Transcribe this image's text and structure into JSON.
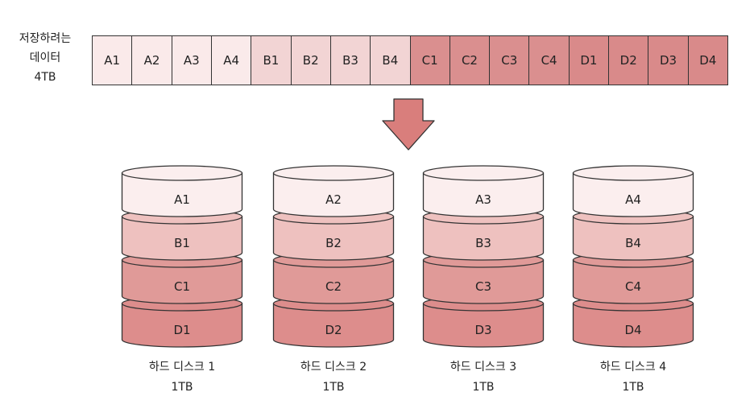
{
  "source": {
    "label_lines": [
      "저장하려는",
      "데이터",
      "4TB"
    ]
  },
  "strip": {
    "cells": [
      "A1",
      "A2",
      "A3",
      "A4",
      "B1",
      "B2",
      "B3",
      "B4",
      "C1",
      "C2",
      "C3",
      "C4",
      "D1",
      "D2",
      "D3",
      "D4"
    ]
  },
  "colors": {
    "a": "#faeaea",
    "b": "#f2d4d4",
    "c": "#da8f8f",
    "d": "#d98a8a",
    "layer_a": "#fbeeee",
    "layer_b": "#eec1bf",
    "layer_c": "#e09a98",
    "layer_d": "#dd8d8c",
    "arrow": "#d97e7c",
    "stroke": "#333333"
  },
  "disks": [
    {
      "name": "하드 디스크 1",
      "size": "1TB",
      "layers": [
        "A1",
        "B1",
        "C1",
        "D1"
      ]
    },
    {
      "name": "하드 디스크 2",
      "size": "1TB",
      "layers": [
        "A2",
        "B2",
        "C2",
        "D2"
      ]
    },
    {
      "name": "하드 디스크 3",
      "size": "1TB",
      "layers": [
        "A3",
        "B3",
        "C3",
        "D3"
      ]
    },
    {
      "name": "하드 디스크 4",
      "size": "1TB",
      "layers": [
        "A4",
        "B4",
        "C4",
        "D4"
      ]
    }
  ]
}
